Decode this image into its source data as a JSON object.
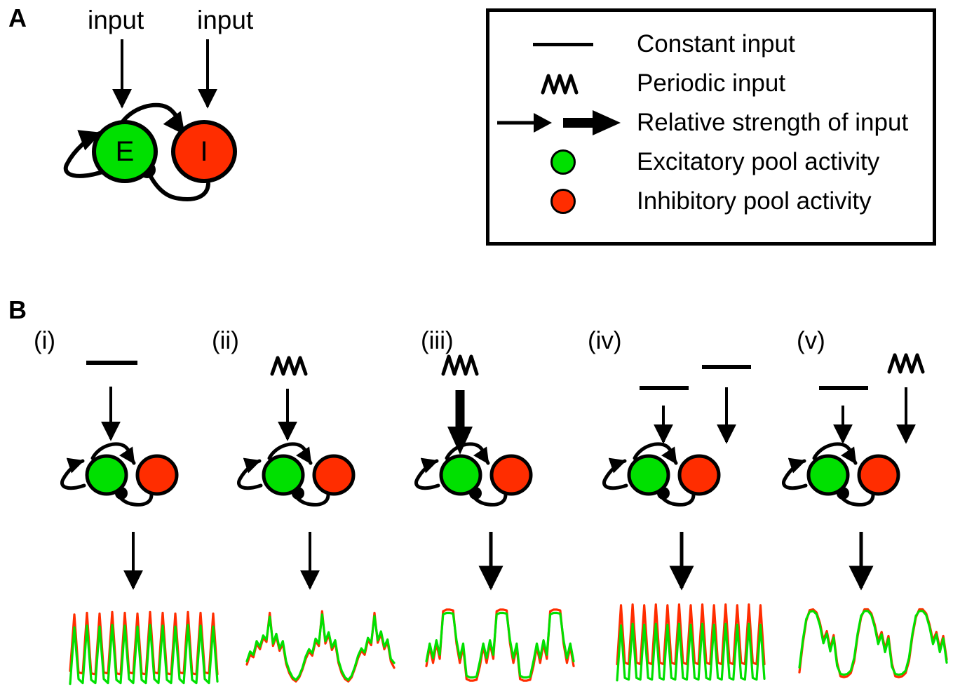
{
  "figure": {
    "panels": [
      {
        "id": "A",
        "letter": "A"
      },
      {
        "id": "B",
        "letter": "B"
      }
    ]
  },
  "panel_a": {
    "letter": "A",
    "input_label_excitatory": "input",
    "input_label_inhibitory": "input",
    "node_excitatory_label": "E",
    "node_inhibitory_label": "I",
    "connections": [
      {
        "name": "E-to-I",
        "type": "excitatory",
        "terminal": "arrow"
      },
      {
        "name": "I-to-E",
        "type": "inhibitory",
        "terminal": "filled-circle"
      },
      {
        "name": "E-to-E",
        "type": "excitatory-recurrent",
        "terminal": "arrow"
      }
    ]
  },
  "legend": {
    "rows": [
      {
        "symbol": "constant-input-bar",
        "label": "Constant input"
      },
      {
        "symbol": "periodic-input-squiggle",
        "label": "Periodic input"
      },
      {
        "symbol": "thin-and-thick-arrow",
        "label": "Relative strength of input"
      },
      {
        "symbol": "green-circle",
        "label": "Excitatory pool activity"
      },
      {
        "symbol": "red-circle",
        "label": "Inhibitory pool activity"
      }
    ]
  },
  "panel_b": {
    "letter": "B",
    "columns": [
      {
        "label": "(i)",
        "inputs": [
          {
            "target": "E",
            "kind": "constant",
            "strength": "normal"
          }
        ],
        "trace_name": "sharp-fast-oscillation"
      },
      {
        "label": "(ii)",
        "inputs": [
          {
            "target": "E",
            "kind": "periodic",
            "strength": "normal"
          }
        ],
        "trace_name": "amplitude-modulated-bursts"
      },
      {
        "label": "(iii)",
        "inputs": [
          {
            "target": "E",
            "kind": "periodic",
            "strength": "strong"
          }
        ],
        "trace_name": "square-plateau-bursts"
      },
      {
        "label": "(iv)",
        "inputs": [
          {
            "target": "E",
            "kind": "constant",
            "strength": "normal"
          },
          {
            "target": "I",
            "kind": "constant",
            "strength": "normal"
          }
        ],
        "trace_name": "fast-high-frequency-oscillation"
      },
      {
        "label": "(v)",
        "inputs": [
          {
            "target": "E",
            "kind": "constant",
            "strength": "normal"
          },
          {
            "target": "I",
            "kind": "periodic",
            "strength": "normal"
          }
        ],
        "trace_name": "rounded-dome-bursts"
      }
    ]
  },
  "colors": {
    "excitatory": "#00e000",
    "inhibitory": "#ff2d00",
    "outline": "#000000",
    "background": "#ffffff"
  },
  "chart_data": {
    "type": "line",
    "title": "",
    "xlabel": "",
    "ylabel": "",
    "grid": false,
    "legend_position": "none",
    "note": "Five simulated E/I pool activity time series; green = excitatory pool rate, red = inhibitory pool rate. Values are normalized 0-1 amplitudes sampled over the plotted time window.",
    "panels": [
      {
        "label": "(i)",
        "xlim": [
          0,
          100
        ],
        "ylim": [
          0,
          1
        ],
        "cycles": 12,
        "series": [
          {
            "name": "Excitatory pool activity",
            "color": "#00e000",
            "values": [
              0.02,
              0.72,
              0.08,
              0.03,
              0.74,
              0.07,
              0.03,
              0.73,
              0.08,
              0.03,
              0.75,
              0.07,
              0.03,
              0.74,
              0.08,
              0.03,
              0.73,
              0.07,
              0.03,
              0.75,
              0.08,
              0.03,
              0.74,
              0.07,
              0.03,
              0.73,
              0.08,
              0.03,
              0.75,
              0.07,
              0.03,
              0.74,
              0.08,
              0.03,
              0.73,
              0.05
            ]
          },
          {
            "name": "Inhibitory pool activity",
            "color": "#ff2d00",
            "values": [
              0.18,
              0.88,
              0.16,
              0.15,
              0.9,
              0.15,
              0.14,
              0.89,
              0.16,
              0.15,
              0.91,
              0.15,
              0.14,
              0.9,
              0.16,
              0.15,
              0.89,
              0.15,
              0.14,
              0.91,
              0.16,
              0.15,
              0.9,
              0.15,
              0.14,
              0.89,
              0.16,
              0.15,
              0.91,
              0.15,
              0.14,
              0.9,
              0.16,
              0.15,
              0.89,
              0.14
            ]
          }
        ]
      },
      {
        "label": "(ii)",
        "xlim": [
          0,
          100
        ],
        "ylim": [
          0,
          1
        ],
        "cycles": 3,
        "envelope": "slow sinusoid with fast ripple riding on the rising/peak phase",
        "series": [
          {
            "name": "Excitatory pool activity",
            "color": "#00e000",
            "values": [
              0.3,
              0.42,
              0.38,
              0.55,
              0.48,
              0.62,
              0.57,
              0.85,
              0.52,
              0.64,
              0.46,
              0.55,
              0.3,
              0.18,
              0.1,
              0.07,
              0.12,
              0.22,
              0.36,
              0.45,
              0.4,
              0.58,
              0.52,
              0.88,
              0.55,
              0.66,
              0.47,
              0.56,
              0.31,
              0.18,
              0.1,
              0.07,
              0.12,
              0.23,
              0.37,
              0.46,
              0.41,
              0.59,
              0.53,
              0.86,
              0.56,
              0.67,
              0.48,
              0.57,
              0.33,
              0.28
            ]
          },
          {
            "name": "Inhibitory pool activity",
            "color": "#ff2d00",
            "values": [
              0.26,
              0.38,
              0.35,
              0.52,
              0.45,
              0.59,
              0.54,
              0.9,
              0.49,
              0.61,
              0.43,
              0.52,
              0.27,
              0.15,
              0.08,
              0.05,
              0.1,
              0.2,
              0.33,
              0.42,
              0.37,
              0.55,
              0.49,
              0.92,
              0.52,
              0.63,
              0.44,
              0.53,
              0.28,
              0.15,
              0.08,
              0.05,
              0.1,
              0.21,
              0.34,
              0.43,
              0.38,
              0.56,
              0.5,
              0.9,
              0.53,
              0.64,
              0.45,
              0.54,
              0.3,
              0.22
            ]
          }
        ]
      },
      {
        "label": "(iii)",
        "xlim": [
          0,
          100
        ],
        "ylim": [
          0,
          1
        ],
        "cycles": 3,
        "envelope": "square wave plateaus with ripple bursts at the transitions",
        "series": [
          {
            "name": "Excitatory pool activity",
            "color": "#00e000",
            "values": [
              0.3,
              0.52,
              0.34,
              0.56,
              0.38,
              0.88,
              0.9,
              0.9,
              0.89,
              0.56,
              0.34,
              0.52,
              0.12,
              0.1,
              0.1,
              0.11,
              0.3,
              0.52,
              0.34,
              0.56,
              0.38,
              0.88,
              0.9,
              0.9,
              0.89,
              0.56,
              0.34,
              0.52,
              0.12,
              0.1,
              0.1,
              0.11,
              0.3,
              0.52,
              0.34,
              0.56,
              0.38,
              0.88,
              0.9,
              0.9,
              0.89,
              0.56,
              0.34,
              0.52,
              0.3
            ]
          },
          {
            "name": "Inhibitory pool activity",
            "color": "#ff2d00",
            "values": [
              0.24,
              0.48,
              0.28,
              0.52,
              0.33,
              0.92,
              0.94,
              0.94,
              0.93,
              0.52,
              0.28,
              0.48,
              0.08,
              0.06,
              0.06,
              0.07,
              0.24,
              0.48,
              0.28,
              0.52,
              0.33,
              0.92,
              0.94,
              0.94,
              0.93,
              0.52,
              0.28,
              0.48,
              0.08,
              0.06,
              0.06,
              0.07,
              0.24,
              0.48,
              0.28,
              0.52,
              0.33,
              0.92,
              0.94,
              0.94,
              0.93,
              0.52,
              0.28,
              0.48,
              0.24
            ]
          }
        ]
      },
      {
        "label": "(iv)",
        "xlim": [
          0,
          100
        ],
        "ylim": [
          0,
          1
        ],
        "cycles": 13,
        "series": [
          {
            "name": "Excitatory pool activity",
            "color": "#00e000",
            "values": [
              0.02,
              0.7,
              0.05,
              0.03,
              0.72,
              0.05,
              0.03,
              0.71,
              0.05,
              0.03,
              0.72,
              0.05,
              0.03,
              0.71,
              0.05,
              0.03,
              0.72,
              0.05,
              0.03,
              0.71,
              0.05,
              0.03,
              0.72,
              0.05,
              0.03,
              0.71,
              0.05,
              0.03,
              0.72,
              0.05,
              0.03,
              0.71,
              0.05,
              0.03,
              0.72,
              0.05,
              0.03,
              0.71,
              0.04
            ]
          },
          {
            "name": "Inhibitory pool activity",
            "color": "#ff2d00",
            "values": [
              0.22,
              0.95,
              0.24,
              0.22,
              0.96,
              0.24,
              0.22,
              0.95,
              0.24,
              0.22,
              0.96,
              0.24,
              0.22,
              0.95,
              0.24,
              0.22,
              0.96,
              0.24,
              0.22,
              0.95,
              0.24,
              0.22,
              0.96,
              0.24,
              0.22,
              0.95,
              0.24,
              0.22,
              0.96,
              0.24,
              0.22,
              0.95,
              0.24,
              0.22,
              0.96,
              0.24,
              0.22,
              0.95,
              0.22
            ]
          }
        ]
      },
      {
        "label": "(v)",
        "xlim": [
          0,
          100
        ],
        "ylim": [
          0,
          1
        ],
        "cycles": 3,
        "envelope": "smooth rounded domes with a short ripple burst on each falling edge",
        "series": [
          {
            "name": "Excitatory pool activity",
            "color": "#00e000",
            "values": [
              0.18,
              0.52,
              0.78,
              0.87,
              0.88,
              0.84,
              0.7,
              0.48,
              0.6,
              0.38,
              0.55,
              0.2,
              0.1,
              0.09,
              0.1,
              0.14,
              0.3,
              0.6,
              0.82,
              0.88,
              0.88,
              0.83,
              0.68,
              0.47,
              0.59,
              0.37,
              0.54,
              0.19,
              0.1,
              0.09,
              0.1,
              0.14,
              0.3,
              0.6,
              0.82,
              0.88,
              0.88,
              0.83,
              0.68,
              0.47,
              0.59,
              0.37,
              0.54,
              0.24
            ]
          },
          {
            "name": "Inhibitory pool activity",
            "color": "#ff2d00",
            "values": [
              0.12,
              0.48,
              0.76,
              0.89,
              0.9,
              0.86,
              0.73,
              0.52,
              0.63,
              0.42,
              0.58,
              0.24,
              0.07,
              0.06,
              0.07,
              0.11,
              0.26,
              0.57,
              0.8,
              0.9,
              0.9,
              0.85,
              0.71,
              0.51,
              0.62,
              0.41,
              0.57,
              0.23,
              0.07,
              0.06,
              0.07,
              0.11,
              0.26,
              0.57,
              0.8,
              0.9,
              0.9,
              0.85,
              0.71,
              0.51,
              0.62,
              0.41,
              0.57,
              0.28
            ]
          }
        ]
      }
    ]
  }
}
